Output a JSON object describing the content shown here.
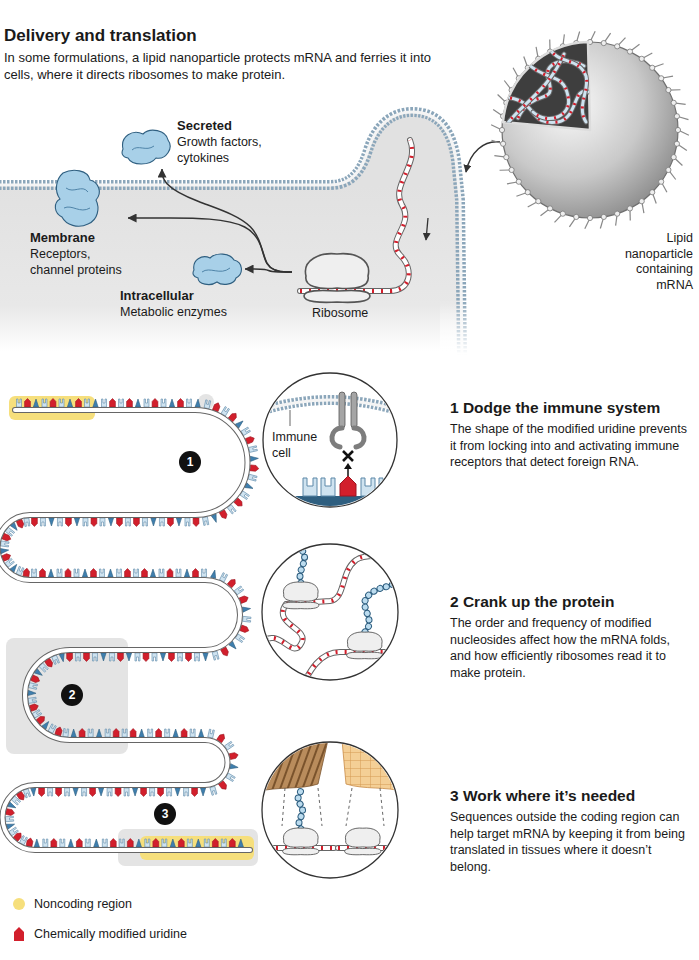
{
  "diagram": {
    "title": "Delivery and translation",
    "nodes": [
      {
        "text": [
          "Secreted",
          "Growth factors, cytokines"
        ]
      },
      {
        "text": [
          "Lipid nanoparticle containing mRNA"
        ]
      },
      {
        "text": [
          "Membrane",
          "Receptors, channel proteins"
        ]
      },
      {
        "text": [
          "Ribosome"
        ]
      },
      {
        "text": [
          "Intracellular",
          "Metabolic enzymes"
        ]
      },
      {
        "text": [
          "1"
        ]
      },
      {
        "text": [
          "Immune cell"
        ]
      },
      {
        "text": [
          "2"
        ]
      },
      {
        "text": [
          "3"
        ]
      }
    ],
    "edges": [
      {
        "from": 3,
        "to": 0,
        "arrow": "to"
      },
      {
        "from": 3,
        "to": 2,
        "arrow": "to"
      },
      {
        "from": 3,
        "to": 4,
        "arrow": "to"
      }
    ],
    "labels": [
      "In some formulations, a lipid nanoparticle protects mRNA and ferries it into cells, where it directs ribosomes to make protein.",
      "1 Dodge the immune system",
      "The shape of the modified uridine prevents it from locking into and activating immune receptors that detect foreign RNA.",
      "2 Crank up the protein",
      "The order and frequency of modified nucleosides affect how the mRNA folds, and how efficiently ribosomes read it to make protein.",
      "3 Work where it’s needed",
      "Sequences outside the coding region can help target mRNA by keeping it from being translated in tissues where it doesn’t belong."
    ],
    "legend": [
      {
        "text": "Noncoding region",
        "color": "#f6df7c"
      },
      {
        "text": "Chemically modified uridine",
        "color": "#d21f2c"
      }
    ]
  }
}
